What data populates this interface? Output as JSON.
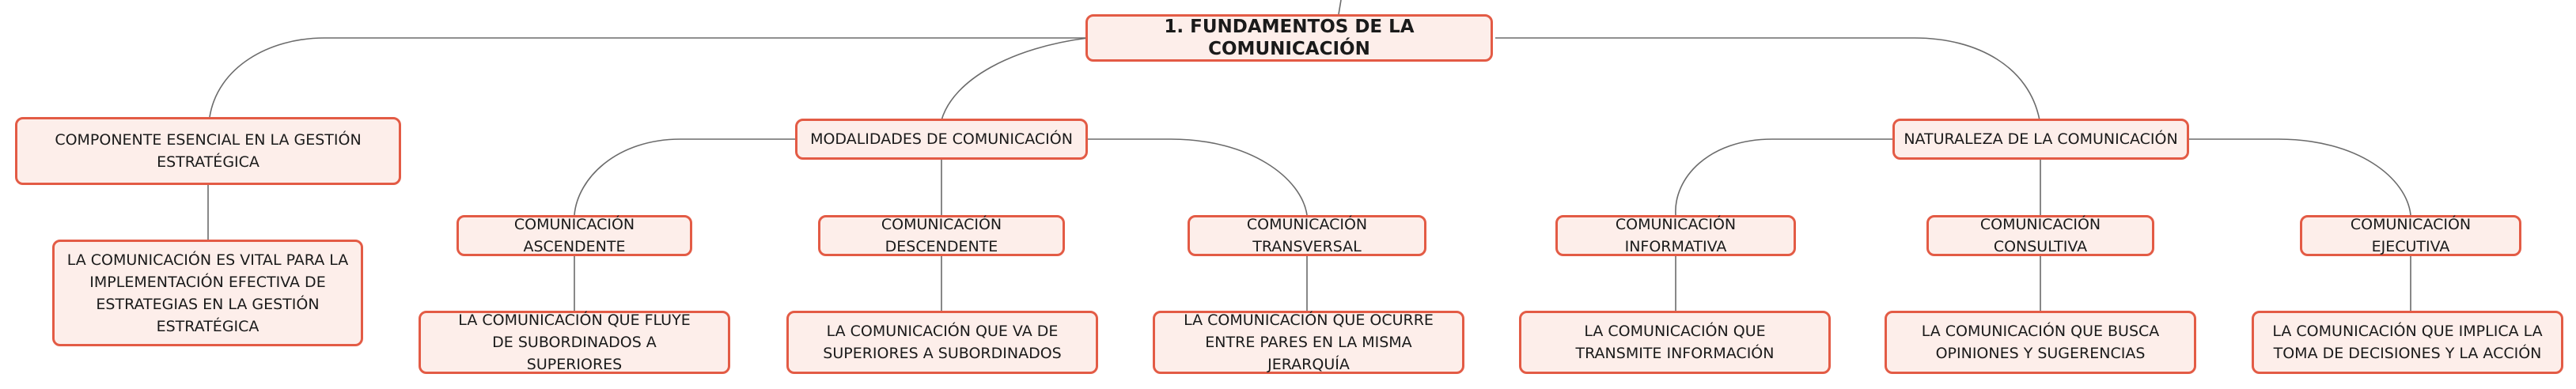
{
  "colors": {
    "node_fill": "#fdeeea",
    "node_border": "#e35b45",
    "link": "#6b6b6b"
  },
  "root": {
    "label": "1. FUNDAMENTOS DE LA COMUNICACIÓN"
  },
  "branches": [
    {
      "label": "COMPONENTE ESENCIAL EN LA GESTIÓN ESTRATÉGICA",
      "children": [
        {
          "label": "LA COMUNICACIÓN ES VITAL PARA LA IMPLEMENTACIÓN EFECTIVA DE ESTRATEGIAS EN LA GESTIÓN ESTRATÉGICA"
        }
      ]
    },
    {
      "label": "MODALIDADES DE COMUNICACIÓN",
      "children": [
        {
          "label": "COMUNICACIÓN ASCENDENTE",
          "detail": "LA COMUNICACIÓN QUE FLUYE DE SUBORDINADOS A SUPERIORES"
        },
        {
          "label": "COMUNICACIÓN DESCENDENTE",
          "detail": "LA COMUNICACIÓN QUE VA DE SUPERIORES A SUBORDINADOS"
        },
        {
          "label": "COMUNICACIÓN TRANSVERSAL",
          "detail": "LA COMUNICACIÓN QUE OCURRE ENTRE PARES EN LA MISMA JERARQUÍA"
        }
      ]
    },
    {
      "label": "NATURALEZA DE LA COMUNICACIÓN",
      "children": [
        {
          "label": "COMUNICACIÓN INFORMATIVA",
          "detail": "LA COMUNICACIÓN QUE TRANSMITE INFORMACIÓN"
        },
        {
          "label": "COMUNICACIÓN CONSULTIVA",
          "detail": "LA COMUNICACIÓN QUE BUSCA OPINIONES Y SUGERENCIAS"
        },
        {
          "label": "COMUNICACIÓN EJECUTIVA",
          "detail": "LA COMUNICACIÓN QUE IMPLICA LA TOMA DE DECISIONES Y LA ACCIÓN"
        }
      ]
    }
  ]
}
